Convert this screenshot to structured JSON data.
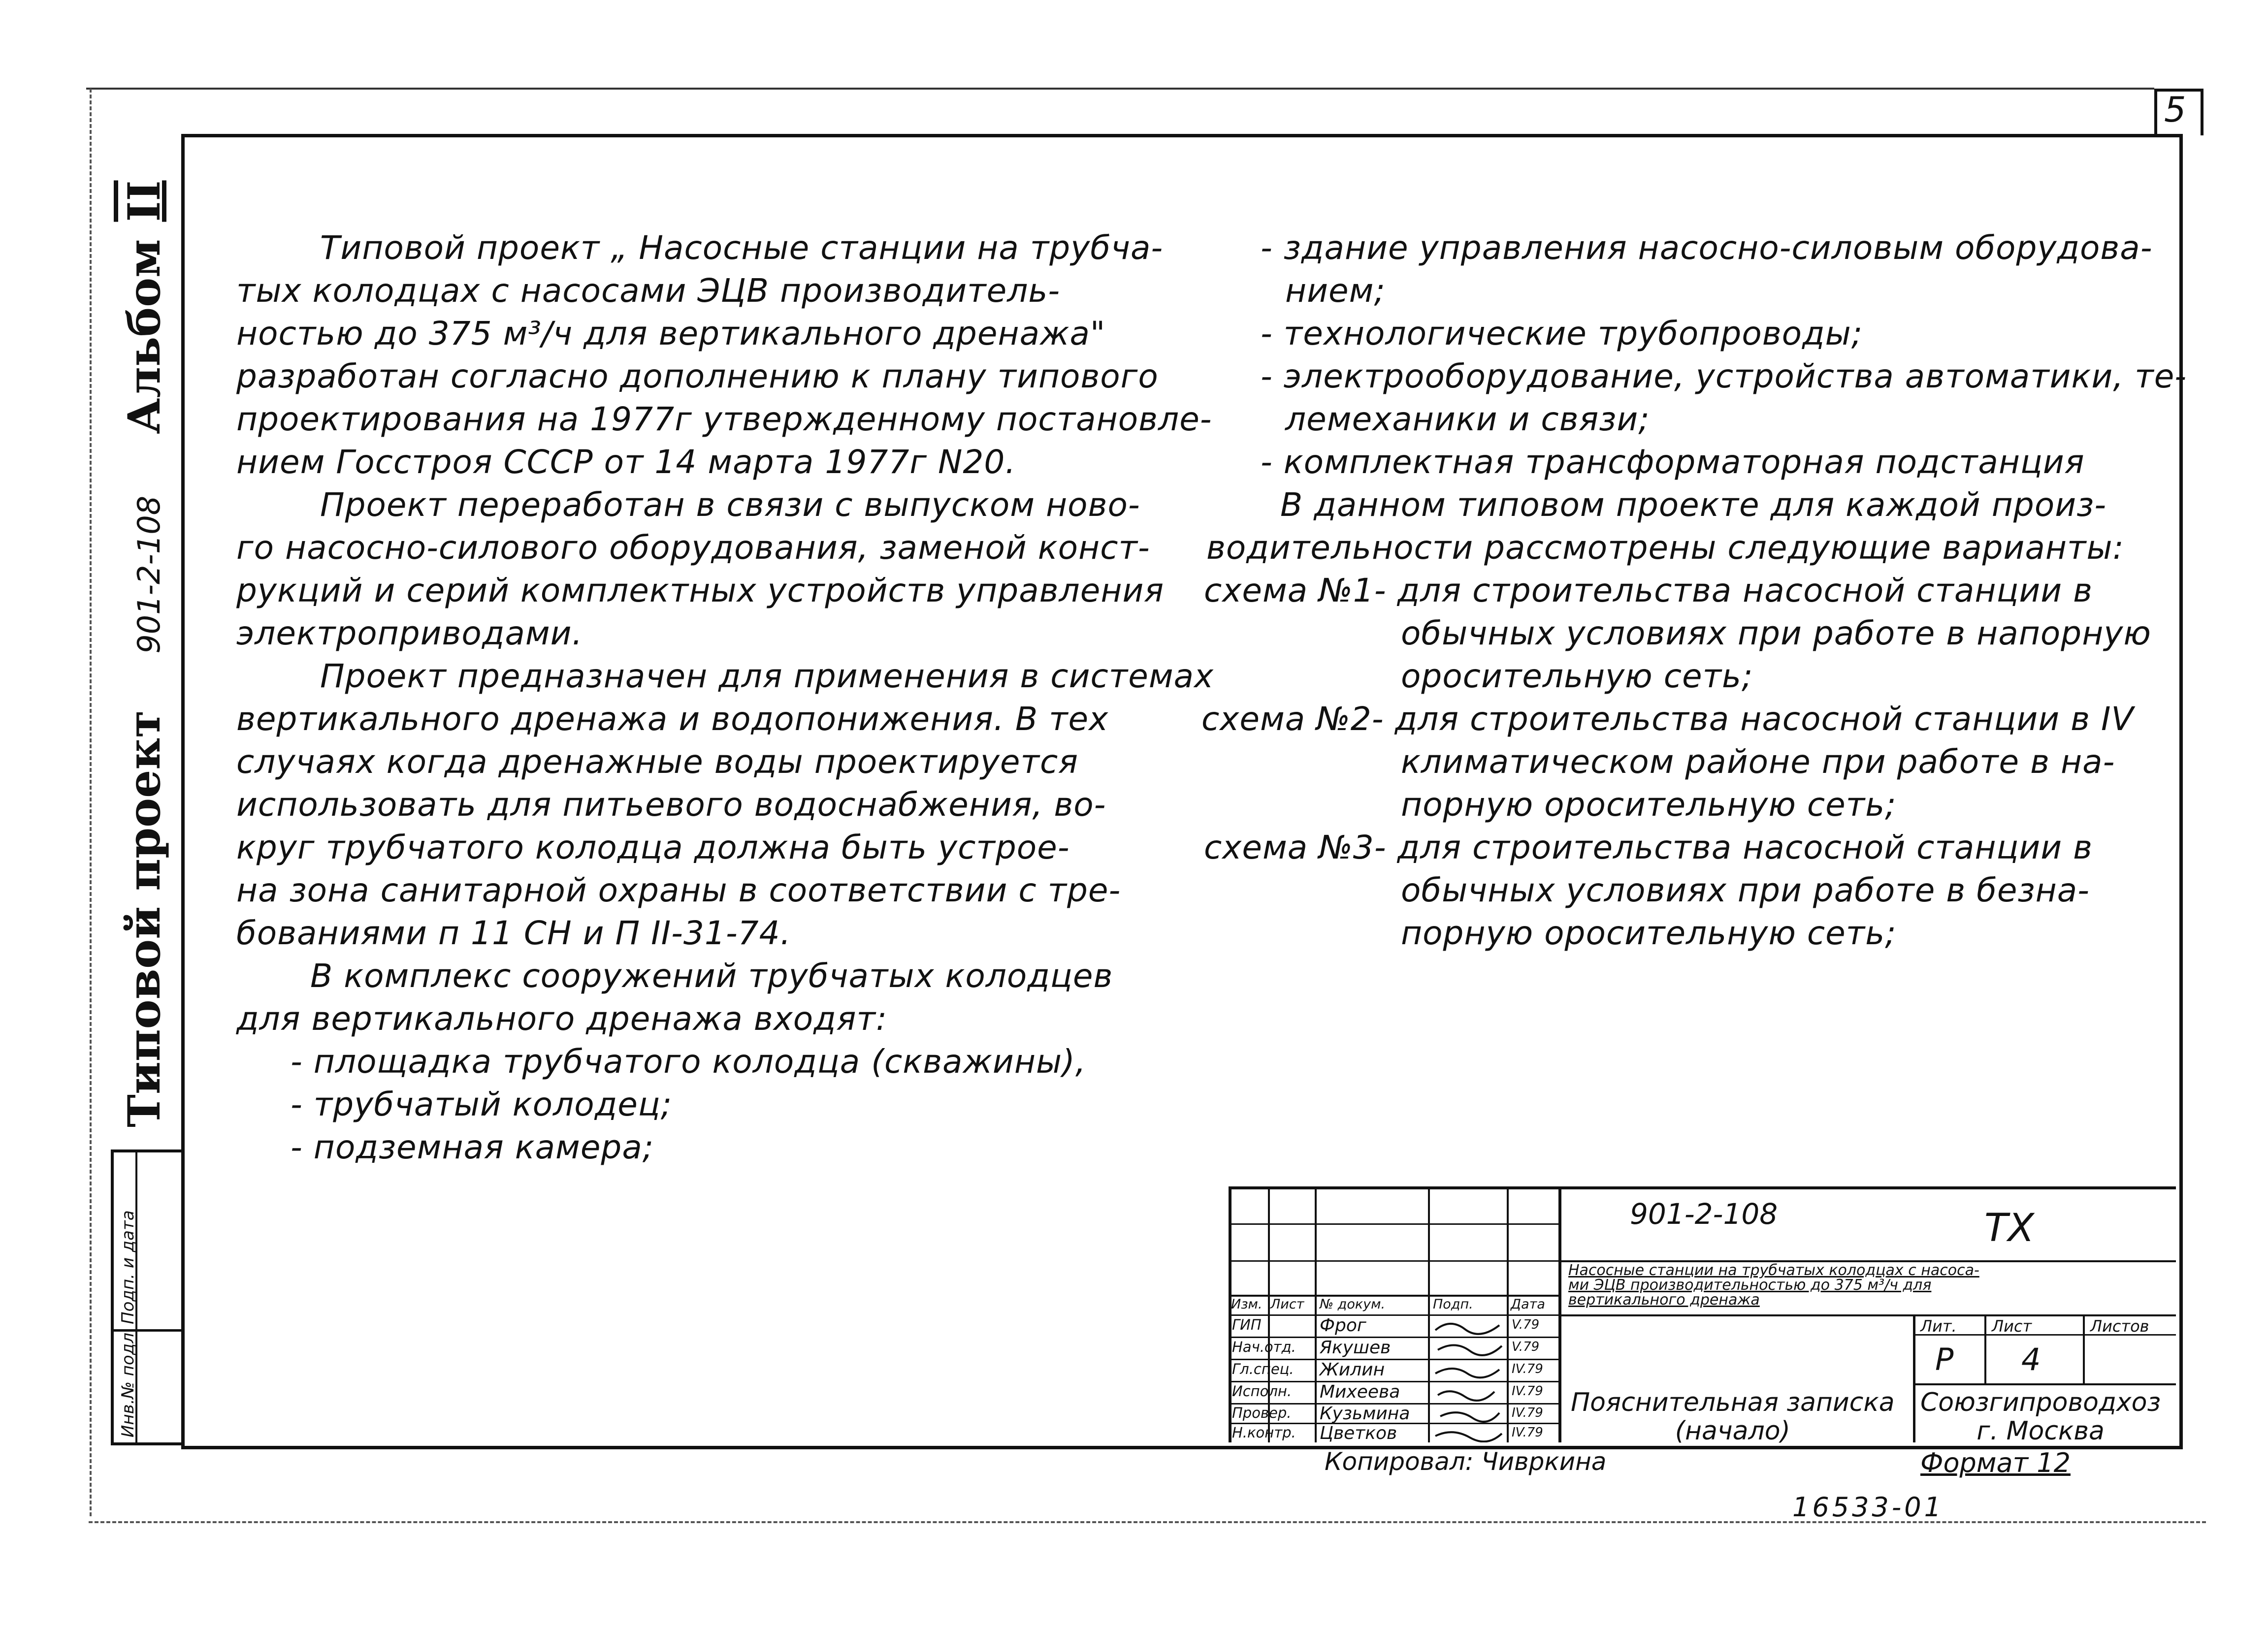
{
  "page_number": "5",
  "side_label": {
    "album": "Альбом",
    "album_no": "II",
    "project": "Типовой проект",
    "code": "901-2-108"
  },
  "stamp_cells": [
    "Инв.№ подл.",
    "Подп. и дата"
  ],
  "left_column": [
    "Типовой проект „ Насосные станции на трубча-",
    "тых колодцах с насосами ЭЦВ производитель-",
    "ностью до 375 м³/ч  для вертикального дренажа\"",
    "разработан согласно дополнению к плану типового",
    "проектирования на 1977г  утвержденному постановле-",
    "нием  Госстроя  СССР  от 14  марта 1977г  N20.",
    "Проект переработан в связи с выпуском ново-",
    "го насосно-силового оборудования, заменой  конст-",
    "рукций и серий комплектных устройств управления",
    "электроприводами.",
    "Проект предназначен для применения в системах",
    "вертикального дренажа и водопонижения. В тех",
    "случаях когда  дренажные воды проектируется",
    "использовать для питьевого водоснабжения, во-",
    "круг  трубчатого колодца должна быть устрое-",
    "на зона санитарной охраны в соответствии с тре-",
    "бованиями  п 11 СН и П  II-31-74.",
    "В комплекс сооружений трубчатых колодцев",
    "для вертикального  дренажа входят:",
    "- площадка трубчатого колодца (скважины),",
    "- трубчатый  колодец;",
    "- подземная камера;"
  ],
  "right_column": [
    "- здание управления насосно-силовым оборудова-",
    "нием;",
    "- технологические трубопроводы;",
    "- электрооборудование, устройства автоматики, те-",
    "лемеханики и связи;",
    "- комплектная трансформаторная подстанция",
    "В данном типовом проекте для каждой произ-",
    "водительности рассмотрены следующие варианты:",
    "схема №1- для строительства насосной станции в",
    "обычных условиях  при работе в напорную",
    "оросительную сеть;",
    "схема №2- для строительства насосной станции в IV",
    "климатическом районе при работе в на-",
    "порную  оросительную сеть;",
    "схема №3- для строительства насосной станции в",
    "обычных  условиях  при работе в безна-",
    "порную  оросительную сеть;"
  ],
  "title_block": {
    "code": "901-2-108",
    "mark": "ТХ",
    "object_title": "Насосные станции на трубчатых колодцах с насоса-\nми ЭЦВ производительностью до 375 м³/ч для\nвертикального дренажа",
    "header_labels": [
      "Изм.",
      "Лист",
      "№ докум.",
      "Подп.",
      "Дата"
    ],
    "roles": [
      "ГИП",
      "Нач.отд.",
      "Гл.спец.",
      "Исполн.",
      "Провер.",
      "Н.контр."
    ],
    "names": [
      "Фрог",
      "Якушев",
      "Жилин",
      "Михеева",
      "Кузьмина",
      "Цветков"
    ],
    "dates": [
      "V.79",
      "V.79",
      "IV.79",
      "IV.79",
      "IV.79",
      "IV.79"
    ],
    "stage_label": "Лит.",
    "sheet_label": "Лист",
    "sheets_label": "Листов",
    "stage_value": "Р",
    "sheet_value": "4",
    "document_title": "Пояснительная записка\n(начало)",
    "organization": "Союзгипроводхоз\nг. Москва",
    "copied": "Копировал: Чивркина",
    "format": "Формат 12",
    "inventory": "16533-01"
  }
}
